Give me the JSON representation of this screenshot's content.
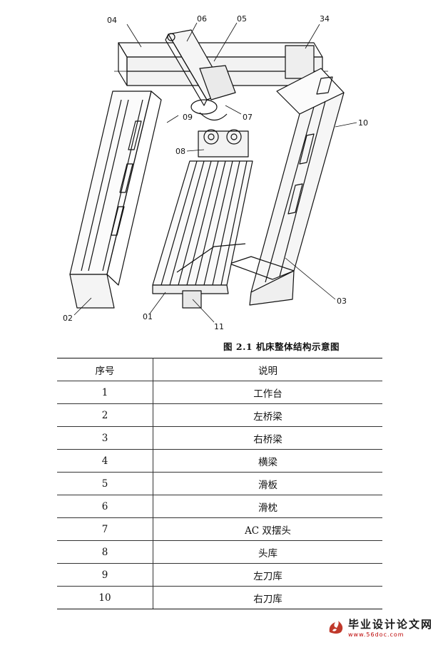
{
  "figure": {
    "callouts": [
      "04",
      "06",
      "05",
      "34",
      "07",
      "09",
      "10",
      "08",
      "02",
      "01",
      "11",
      "03"
    ]
  },
  "caption": "图 2.1  机床整体结构示意图",
  "table": {
    "headers": [
      "序号",
      "说明"
    ],
    "rows": [
      [
        "1",
        "工作台"
      ],
      [
        "2",
        "左桥梁"
      ],
      [
        "3",
        "右桥梁"
      ],
      [
        "4",
        "横梁"
      ],
      [
        "5",
        "滑板"
      ],
      [
        "6",
        "滑枕"
      ],
      [
        "7",
        "AC 双摆头"
      ],
      [
        "8",
        "头库"
      ],
      [
        "9",
        "左刀库"
      ],
      [
        "10",
        "右刀库"
      ]
    ]
  },
  "watermark": {
    "title": "毕业设计论文网",
    "url": "www.56doc.com",
    "logo_icon": "flame-swirl-logo",
    "logo_color": "#c0392b"
  }
}
